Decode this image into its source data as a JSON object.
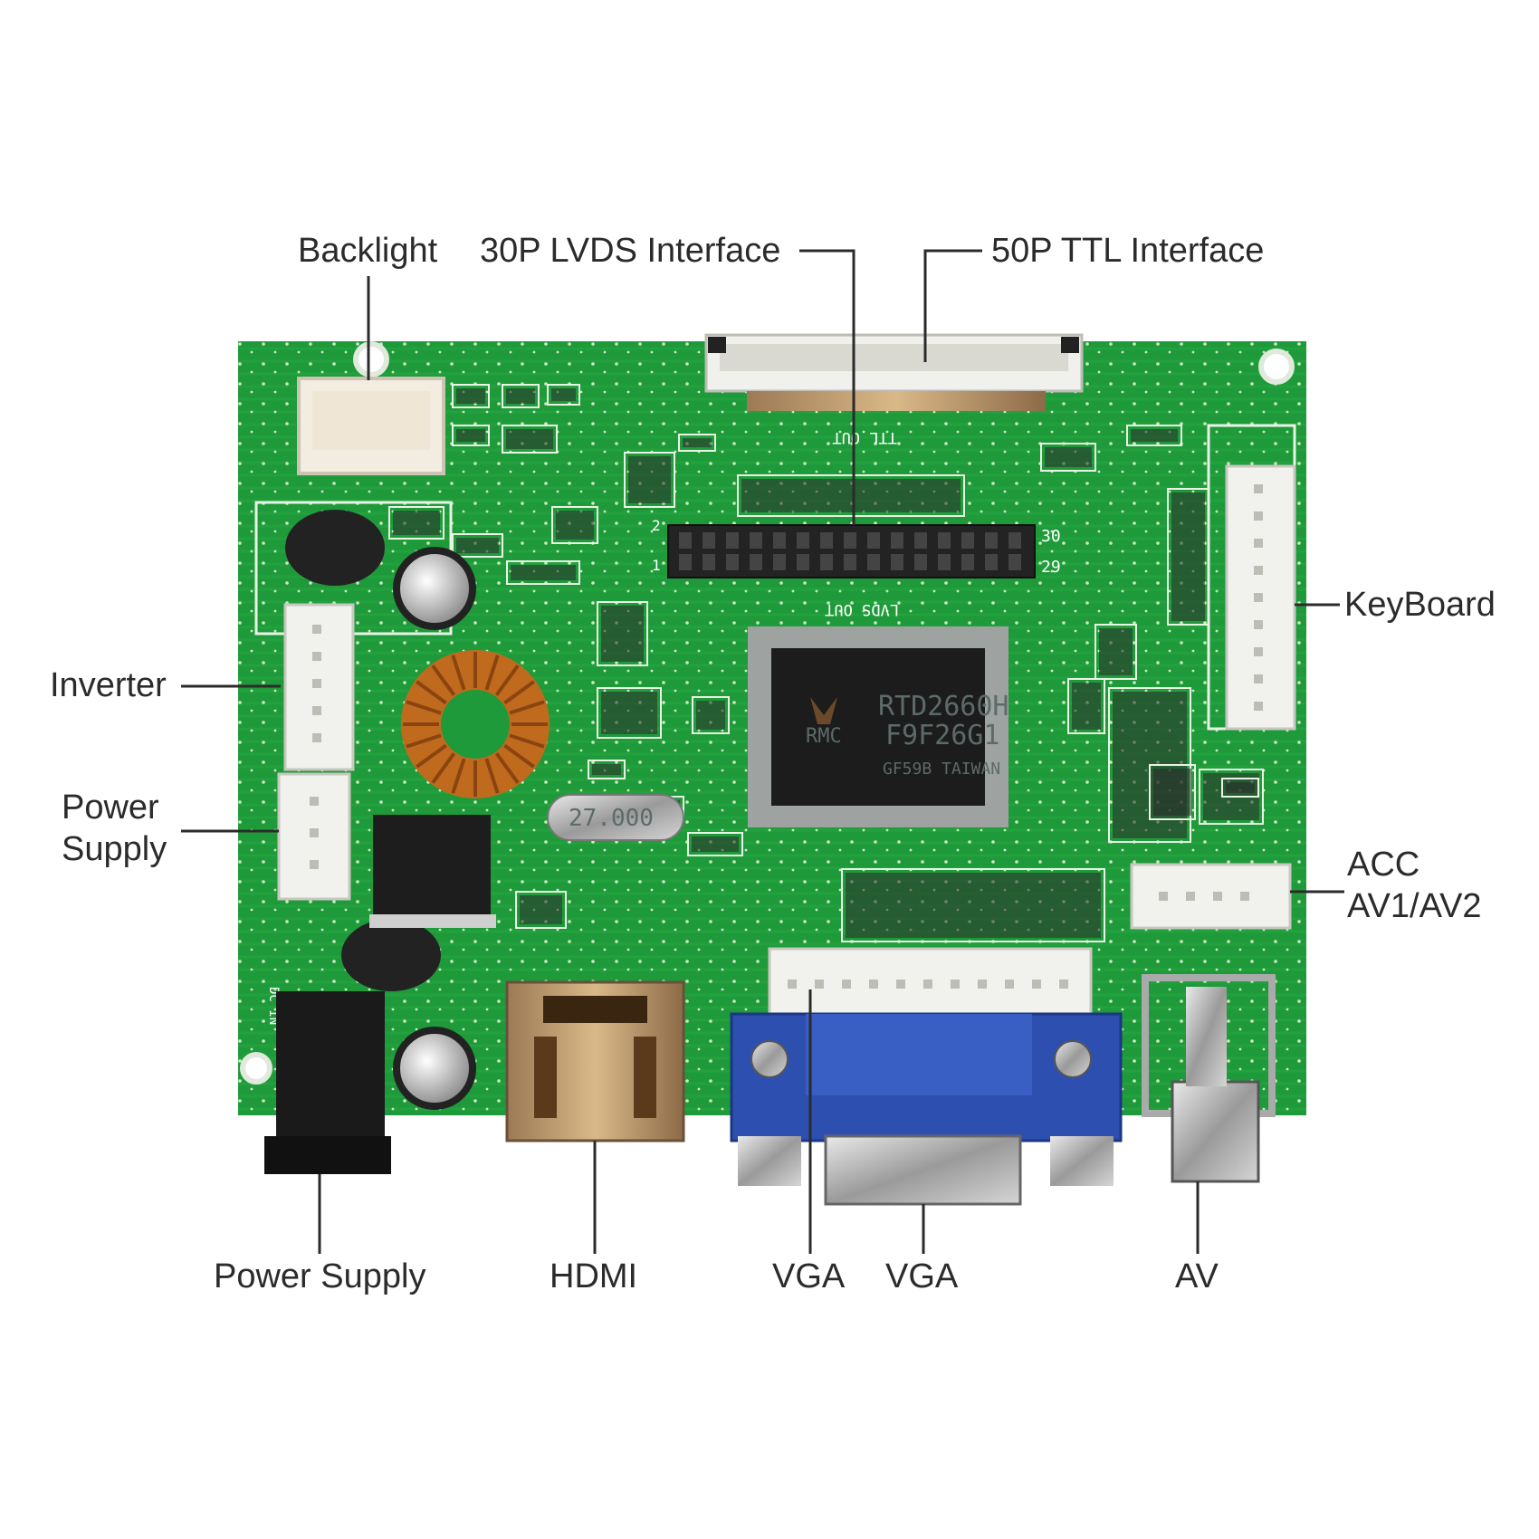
{
  "labels": {
    "backlight": "Backlight",
    "lvds": "30P LVDS Interface",
    "ttl": "50P TTL Interface",
    "keyboard": "KeyBoard",
    "inverter": "Inverter",
    "power_supply_side_line1": "Power",
    "power_supply_side_line2": "Supply",
    "acc_line1": "ACC",
    "acc_line2": "AV1/AV2",
    "power_supply_bottom": "Power Supply",
    "hdmi": "HDMI",
    "vga_1": "VGA",
    "vga_2": "VGA",
    "av": "AV"
  },
  "board": {
    "chip_line1": "RTD2660H",
    "chip_line2": "F9F26G1",
    "chip_line3": "GF59B TAIWAN",
    "chip_logo": "RMC",
    "crystal": "27.000",
    "silk_lvds_out": "LVDS OUT",
    "silk_ttl_out": "TTL OUT",
    "silk_dc_in": "DC IN",
    "pin_30": "30",
    "pin_29": "29",
    "pin_2": "2",
    "pin_1": "1",
    "colors": {
      "pcb": "#1f9a3a",
      "pcb_dark": "#15782b",
      "connector_white": "#f1f1ee",
      "vga_blue": "#2d4fb0",
      "chip": "#1c1c1c",
      "coil": "#c06a1e"
    }
  }
}
